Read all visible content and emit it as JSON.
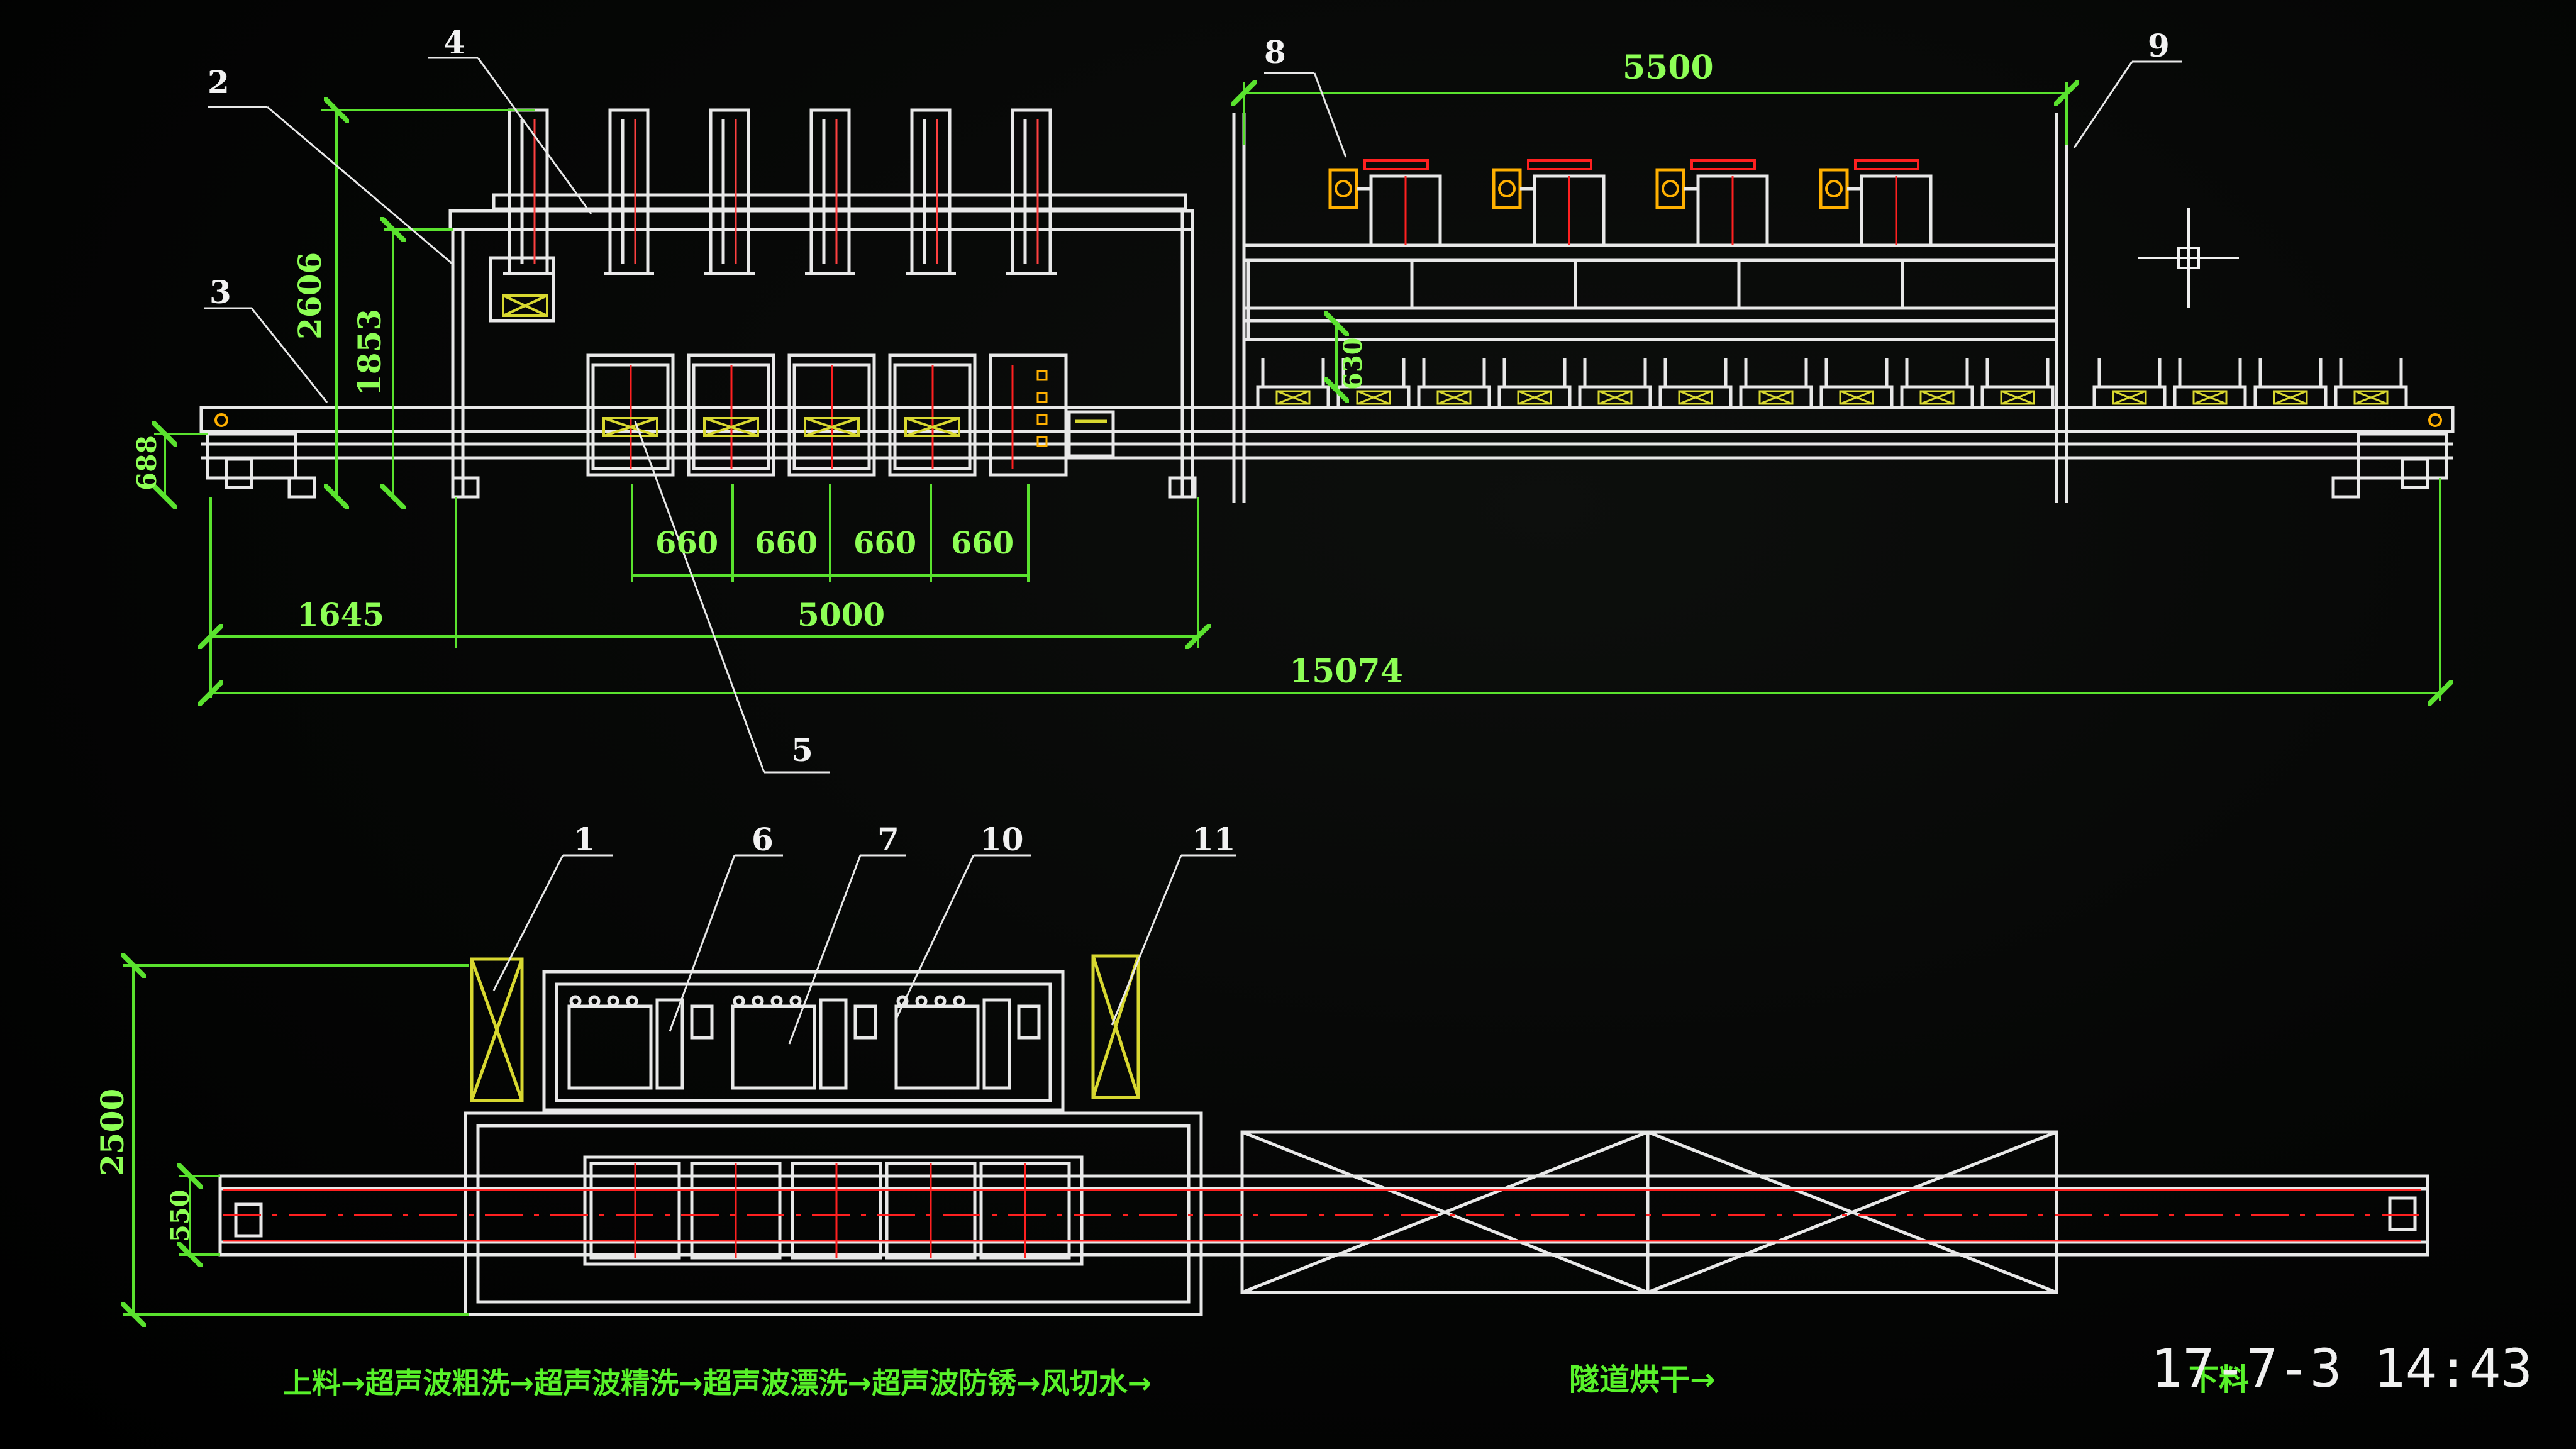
{
  "colors": {
    "background": "#000000",
    "outline": "#e8e8e8",
    "dimension": "#5ae22e",
    "dimension_text": "#8dff55",
    "center_line": "#ff2020",
    "fixture": "#ffb000",
    "item_box": "#d8d830",
    "caption": "#58f22a",
    "timestamp": "#f1f1f1"
  },
  "side_view": {
    "dimensions": {
      "overall_height": "2606",
      "frame_height": "1853",
      "conveyor_height": "688",
      "dryer_gap": "630",
      "dryer_width": "5500",
      "tank_pitch": [
        "660",
        "660",
        "660",
        "660"
      ],
      "infeed_length": "1645",
      "washer_length": "5000",
      "total_length": "15074"
    },
    "part_tags": [
      "2",
      "3",
      "4",
      "5",
      "8",
      "9"
    ]
  },
  "top_view": {
    "dimensions": {
      "overall_width": "2500",
      "conveyor_width": "550"
    },
    "part_tags": [
      "1",
      "6",
      "7",
      "10",
      "11"
    ]
  },
  "caption": {
    "process_flow": "上料→超声波粗洗→超声波精洗→超声波漂洗→超声波防锈→风切水→",
    "drying": "隧道烘干→",
    "unload": "下料"
  },
  "timestamp": "17-7-3  14:43",
  "icons": {
    "crosshair": "crosshair-cursor-icon"
  }
}
